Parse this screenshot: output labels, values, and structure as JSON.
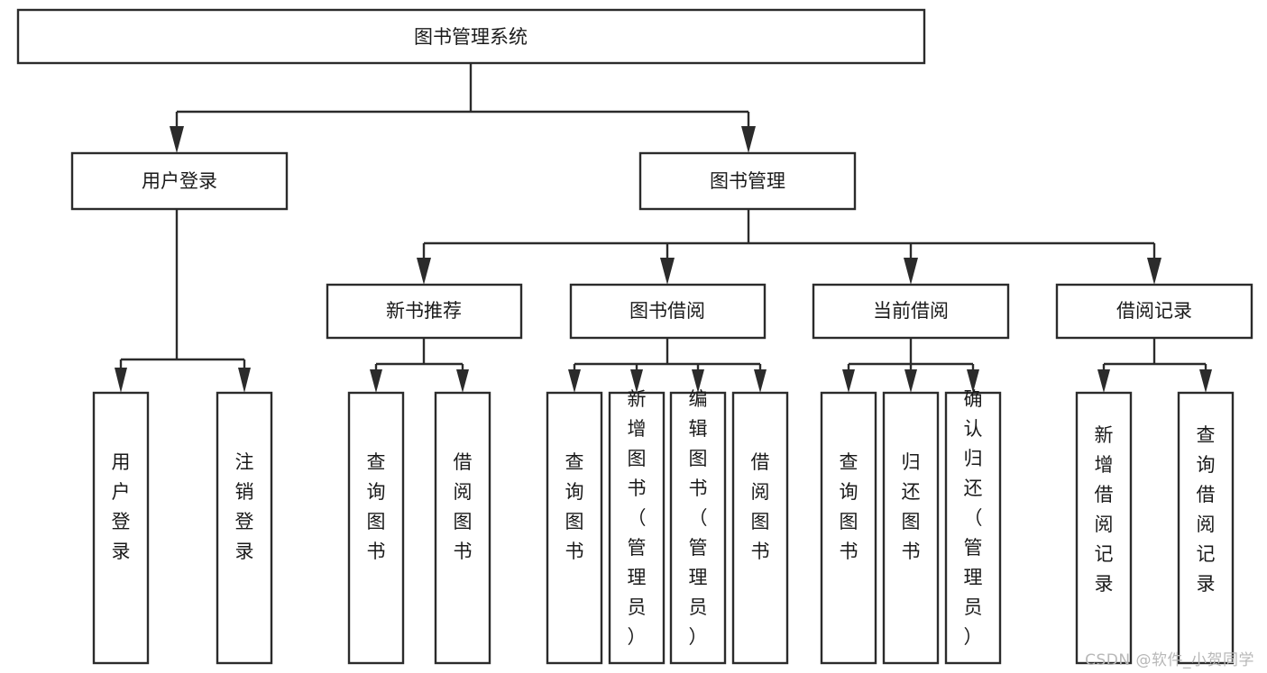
{
  "diagram": {
    "title": "图书管理系统",
    "type": "tree-hierarchy",
    "watermark": "CSDN @软件_小贺同学",
    "levels": {
      "root": {
        "label": "图书管理系统"
      },
      "level2": [
        {
          "id": "user-login",
          "label": "用户登录"
        },
        {
          "id": "book-management",
          "label": "图书管理"
        }
      ],
      "level3": [
        {
          "id": "new-book-recommend",
          "label": "新书推荐",
          "parent": "book-management"
        },
        {
          "id": "book-borrow",
          "label": "图书借阅",
          "parent": "book-management"
        },
        {
          "id": "current-borrow",
          "label": "当前借阅",
          "parent": "book-management"
        },
        {
          "id": "borrow-record",
          "label": "借阅记录",
          "parent": "book-management"
        }
      ],
      "leaves": [
        {
          "id": "leaf-user-login",
          "label": "用户登录",
          "parent": "user-login"
        },
        {
          "id": "leaf-logout-login",
          "label": "注销登录",
          "parent": "user-login"
        },
        {
          "id": "leaf-query-book-1",
          "label": "查询图书",
          "parent": "new-book-recommend"
        },
        {
          "id": "leaf-borrow-book-1",
          "label": "借阅图书",
          "parent": "new-book-recommend"
        },
        {
          "id": "leaf-query-book-2",
          "label": "查询图书",
          "parent": "book-borrow"
        },
        {
          "id": "leaf-add-book",
          "label": "新增图书（管理员）",
          "parent": "book-borrow"
        },
        {
          "id": "leaf-edit-book",
          "label": "编辑图书（管理员）",
          "parent": "book-borrow"
        },
        {
          "id": "leaf-borrow-book-2",
          "label": "借阅图书",
          "parent": "book-borrow"
        },
        {
          "id": "leaf-query-book-3",
          "label": "查询图书",
          "parent": "current-borrow"
        },
        {
          "id": "leaf-return-book",
          "label": "归还图书",
          "parent": "current-borrow"
        },
        {
          "id": "leaf-confirm-return",
          "label": "确认归还（管理员）",
          "parent": "current-borrow"
        },
        {
          "id": "leaf-add-record",
          "label": "新增借阅记录",
          "parent": "borrow-record"
        },
        {
          "id": "leaf-query-record",
          "label": "查询借阅记录",
          "parent": "borrow-record"
        }
      ]
    },
    "colors": {
      "stroke": "#2b2b2b",
      "fill": "#ffffff",
      "text": "#1a1a1a",
      "watermark": "#b8b8b8"
    }
  }
}
